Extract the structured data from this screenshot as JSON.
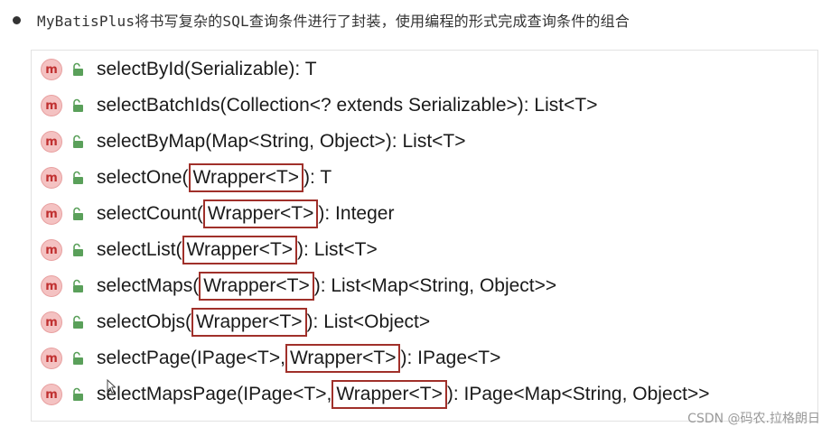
{
  "intro": {
    "text": "MyBatisPlus将书写复杂的SQL查询条件进行了封装，使用编程的形式完成查询条件的组合"
  },
  "icons": {
    "method_icon": "method-m-icon",
    "lock_icon": "lock-icon",
    "method_badge_letter": "m",
    "method_badge_color": "#f4c2c2",
    "lock_color": "#5aa05a",
    "highlight_border_color": "#a0302a"
  },
  "methods": [
    {
      "before": "selectById(Serializable): T",
      "highlight": "",
      "after": ""
    },
    {
      "before": "selectBatchIds(Collection<? extends Serializable>): List<T>",
      "highlight": "",
      "after": ""
    },
    {
      "before": "selectByMap(Map<String, Object>): List<T>",
      "highlight": "",
      "after": ""
    },
    {
      "before": "selectOne(",
      "highlight": "Wrapper<T>",
      "after": "): T"
    },
    {
      "before": "selectCount(",
      "highlight": "Wrapper<T>",
      "after": "): Integer"
    },
    {
      "before": "selectList(",
      "highlight": "Wrapper<T>",
      "after": "): List<T>"
    },
    {
      "before": "selectMaps(",
      "highlight": "Wrapper<T>",
      "after": "): List<Map<String, Object>>"
    },
    {
      "before": "selectObjs(",
      "highlight": "Wrapper<T>",
      "after": "): List<Object>"
    },
    {
      "before": "selectPage(IPage<T>, ",
      "highlight": "Wrapper<T>",
      "after": "): IPage<T>"
    },
    {
      "before": "selectMapsPage(IPage<T>, ",
      "highlight": "Wrapper<T>",
      "after": "): IPage<Map<String, Object>>"
    }
  ],
  "watermark": {
    "text": "CSDN @码农.拉格朗日"
  }
}
